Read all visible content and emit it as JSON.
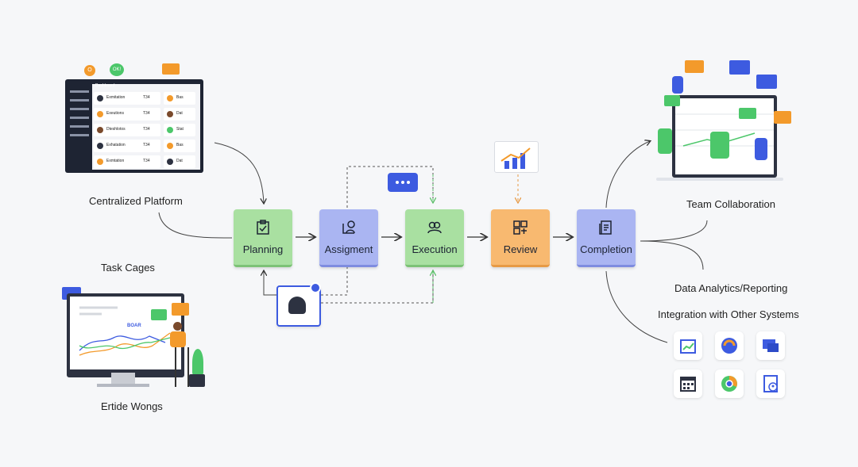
{
  "labels": {
    "centralized_platform": "Centralized Platform",
    "task_cages": "Task Cages",
    "erude_wongs": "Ertide Wongs",
    "team_collaboration": "Team Collaboration",
    "data_analytics": "Data Analytics/Reporting",
    "integration": "Integration with Other Systems"
  },
  "stages": [
    {
      "label": "Planning",
      "color": "#a9e0a1",
      "icon": "clipboard-check-icon"
    },
    {
      "label": "Assigment",
      "color": "#aab5f2",
      "icon": "user-assign-icon"
    },
    {
      "label": "Execution",
      "color": "#a9e0a1",
      "icon": "team-icon"
    },
    {
      "label": "Review",
      "color": "#f8b970",
      "icon": "review-grid-icon"
    },
    {
      "label": "Completion",
      "color": "#aab5f2",
      "icon": "document-check-icon"
    }
  ],
  "dashboard": {
    "bubble_left": "O",
    "bubble_right": "OK!",
    "title": "Dashboard",
    "rows": [
      {
        "name": "Exmitation",
        "value": "T34",
        "right": "Bas"
      },
      {
        "name": "Exeutions",
        "value": "T34",
        "right": "Dat"
      },
      {
        "name": "Dteshlotos",
        "value": "T34",
        "right": "Stat"
      },
      {
        "name": "Exhatation",
        "value": "T34",
        "right": "Bas"
      },
      {
        "name": "Exmtation",
        "value": "T34",
        "right": "Dat"
      }
    ]
  },
  "chart_monitor": {
    "badge": "BOAR"
  },
  "integration_icons": [
    "calendar-chart-icon",
    "cloud-circle-icon",
    "chat-window-icon",
    "calendar-grid-icon",
    "chrome-circle-icon",
    "profile-window-icon"
  ],
  "colors": {
    "green": "#a9e0a1",
    "blue": "#aab5f2",
    "orange": "#f8b970",
    "accent_blue": "#3d5be0"
  }
}
